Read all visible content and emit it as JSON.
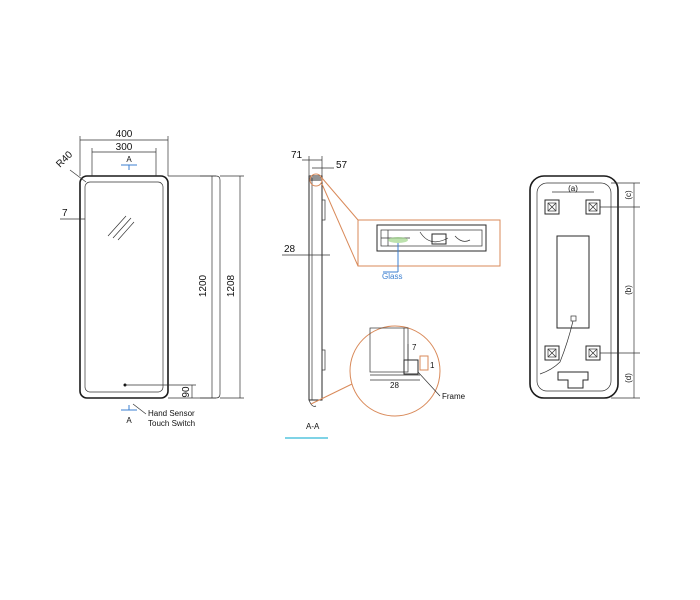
{
  "front": {
    "dim_width_outer": "400",
    "dim_width_inner": "300",
    "dim_radius": "R40",
    "dim_side_gap": "7",
    "dim_height_inner": "1200",
    "dim_height_outer": "1208",
    "dim_sensor_offset": "90",
    "section_mark": "A",
    "sensor_label_line1": "Hand Sensor",
    "sensor_label_line2": "Touch Switch"
  },
  "side": {
    "dim_top_left": "71",
    "dim_top_right": "57",
    "dim_depth": "28",
    "section_title": "A-A",
    "glass_label": "Glass",
    "detail_dim_a": "7",
    "detail_dim_b": "1",
    "detail_dim_c": "28",
    "frame_label": "Frame"
  },
  "back": {
    "label_a": "(a)",
    "label_b": "(b)",
    "label_c": "(c)",
    "label_d": "(d)"
  },
  "colors": {
    "leader": "#d98a5a",
    "glass": "#3b7fd0",
    "underline": "#7fd3e6"
  }
}
